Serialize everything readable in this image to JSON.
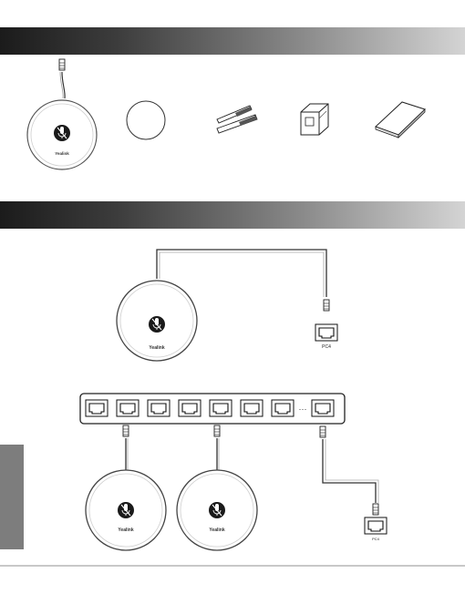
{
  "brand": {
    "logo_text": "Yealink"
  },
  "section_package_contents": {
    "items": [
      {
        "icon": "expansion-microphone-icon"
      },
      {
        "icon": "adhesive-pad-icon"
      },
      {
        "icon": "cable-ties-icon"
      },
      {
        "icon": "rj45-coupler-icon"
      },
      {
        "icon": "quick-start-guide-icon"
      }
    ]
  },
  "section_connection": {
    "port_label": "PC4",
    "switch_ellipsis": "···",
    "switch_port_count": 7
  }
}
